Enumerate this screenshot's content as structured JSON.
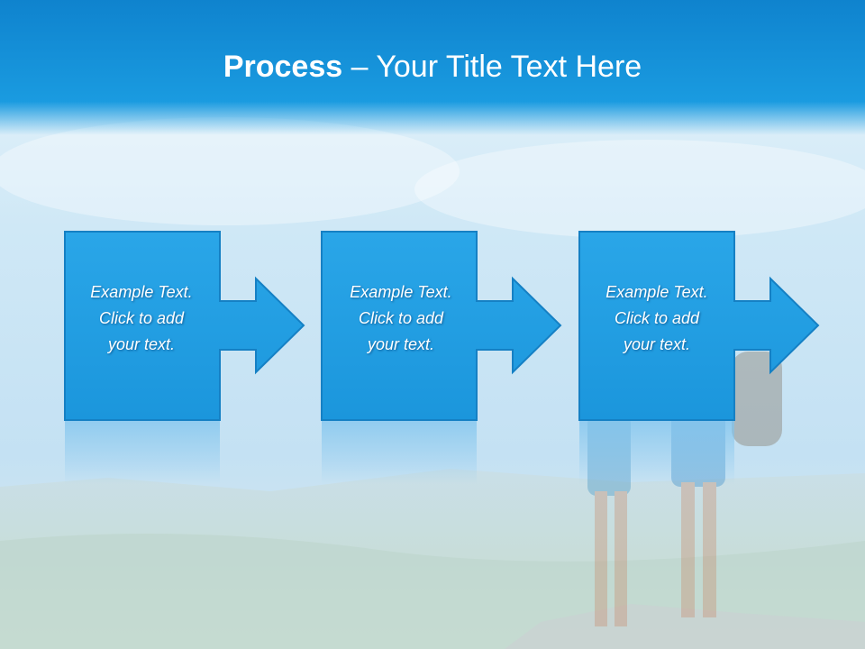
{
  "title": {
    "bold": "Process",
    "rest": " – Your Title Text Here"
  },
  "steps": [
    {
      "lines": [
        "Example Text.",
        "Click  to add",
        "your text."
      ]
    },
    {
      "lines": [
        "Example Text.",
        "Click  to add",
        "your text."
      ]
    },
    {
      "lines": [
        "Example Text.",
        "Click  to add",
        "your text."
      ]
    }
  ],
  "colors": {
    "accent": "#1e9be0",
    "box_border": "#1580c4",
    "title_bar": "#1290d8",
    "sky": "#d4ecf8"
  }
}
